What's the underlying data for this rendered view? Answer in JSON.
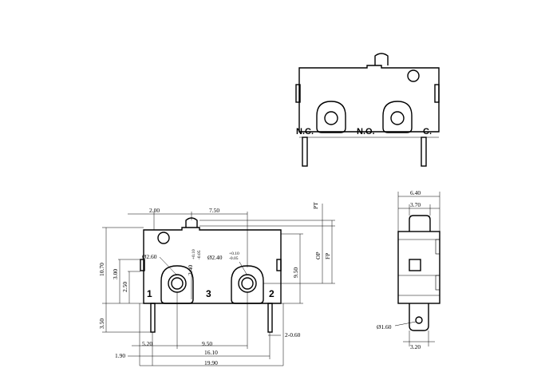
{
  "top_view": {
    "terminals": [
      "N.C.",
      "N.O.",
      "C."
    ]
  },
  "front_view": {
    "pin_numbers": [
      "1",
      "3",
      "2"
    ],
    "dims": {
      "d_2_00": "2.00",
      "d_7_50": "7.50",
      "d_10_70": "10.70",
      "d_3_00": "3.00",
      "d_2_50": "2.50",
      "d_3_50": "3.50",
      "d_hole1": "Ø2.60",
      "d_hole2a": "2.40",
      "d_hole2a_tol_up": "+0.10",
      "d_hole2a_tol_dn": "-0.05",
      "d_hole3": "Ø2.40",
      "d_hole3_tol_up": "+0.10",
      "d_hole3_tol_dn": "-0.05",
      "d_9_50v": "9.50",
      "d_op": "OP",
      "d_fp": "FP",
      "d_pt": "PT",
      "d_5_20": "5.20",
      "d_9_50h": "9.50",
      "d_2_060": "2-0.60",
      "d_1_90": "1.90",
      "d_16_10": "16.10",
      "d_19_90": "19.90"
    }
  },
  "side_view": {
    "dims": {
      "d_6_40": "6.40",
      "d_3_70": "3.70",
      "d_1_60": "Ø1.60",
      "d_3_20": "3.20"
    }
  }
}
